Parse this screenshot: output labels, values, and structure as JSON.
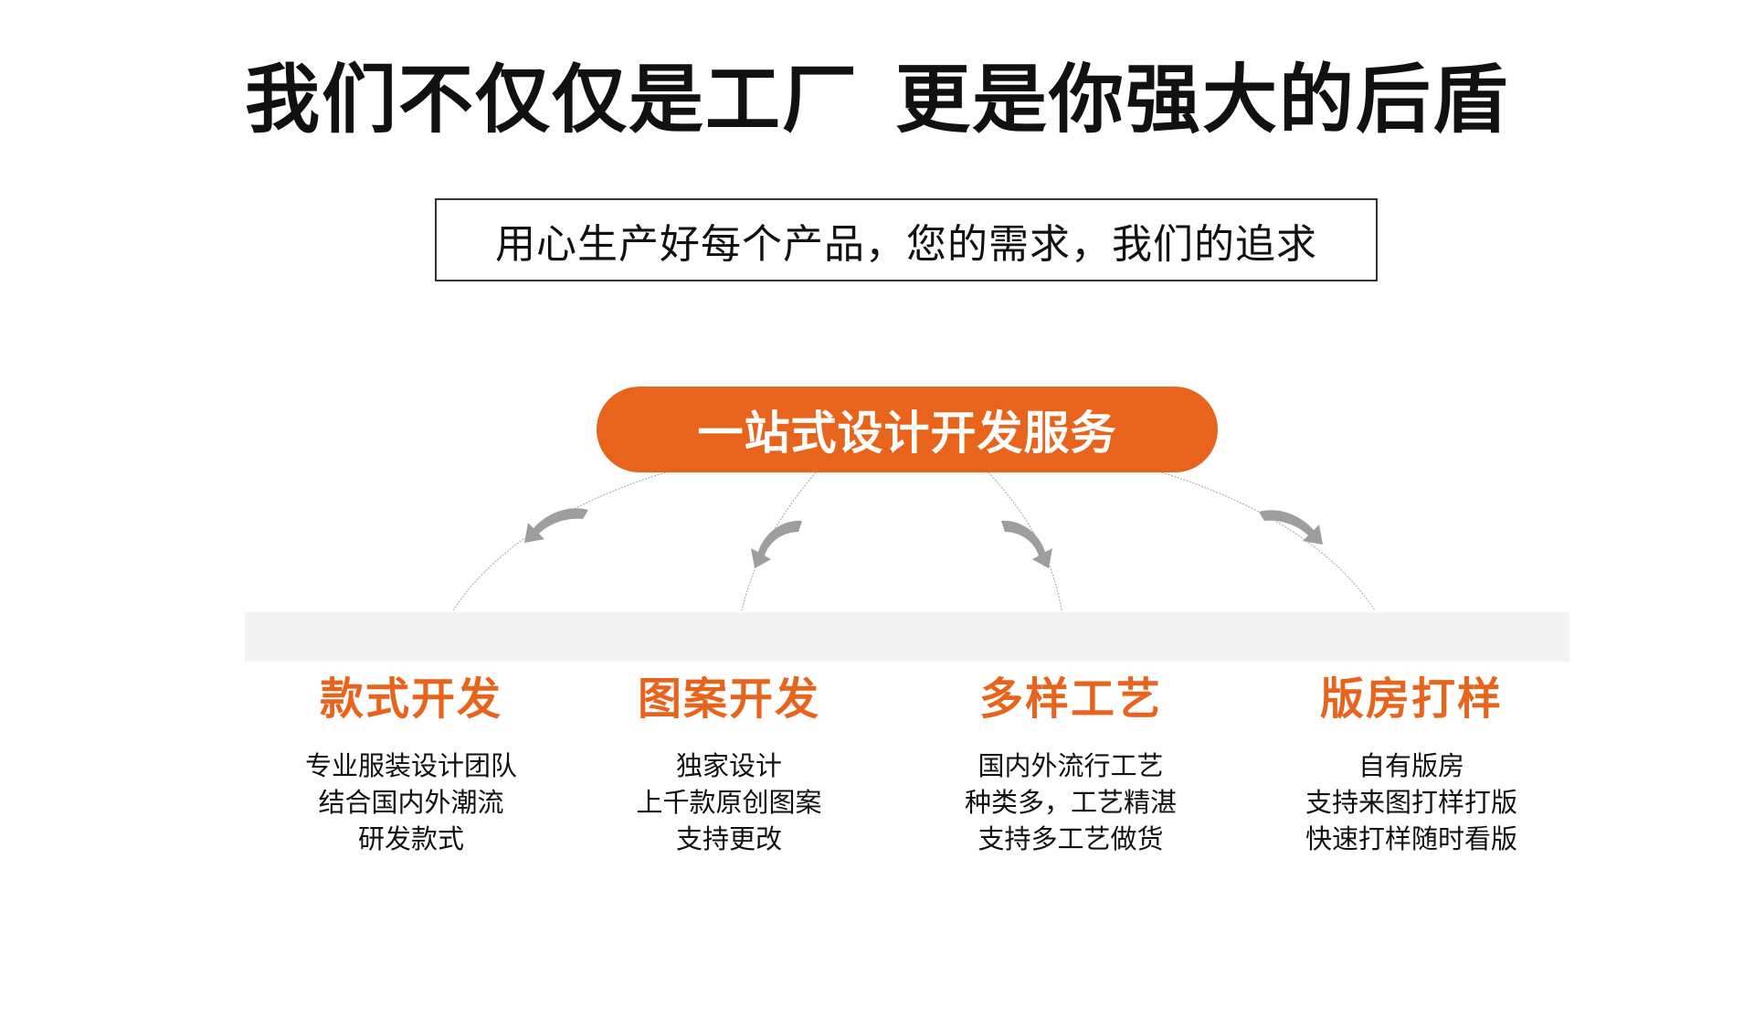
{
  "header": {
    "title_part1": "我们不仅仅是工厂",
    "title_part2": "更是你强大的后盾"
  },
  "subtitle": "用心生产好每个产品，您的需求，我们的追求",
  "service": {
    "label": "一站式设计开发服务",
    "color": "#e8641c"
  },
  "columns": [
    {
      "title": "款式开发",
      "lines": [
        "专业服装设计团队",
        "结合国内外潮流",
        "研发款式"
      ]
    },
    {
      "title": "图案开发",
      "lines": [
        "独家设计",
        "上千款原创图案",
        "支持更改"
      ]
    },
    {
      "title": "多样工艺",
      "lines": [
        "国内外流行工艺",
        "种类多，工艺精湛",
        "支持多工艺做货"
      ]
    },
    {
      "title": "版房打样",
      "lines": [
        "自有版房",
        "支持来图打样打版",
        "快速打样随时看版"
      ]
    }
  ],
  "colors": {
    "accent": "#e8641c",
    "arrow": "#a8a8a8",
    "band": "#f3f3f3"
  },
  "icons": [
    "curved-arrow-icon"
  ]
}
